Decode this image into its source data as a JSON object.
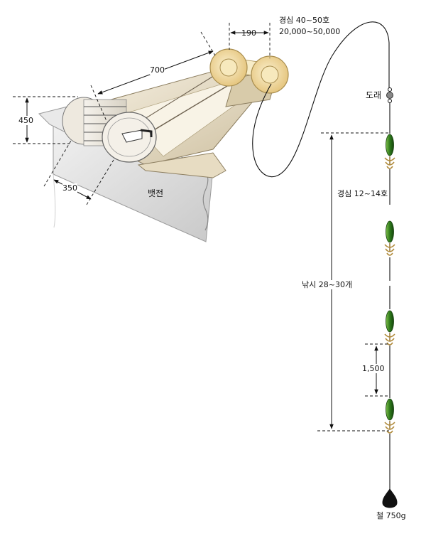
{
  "labels": {
    "dim_700": "700",
    "dim_190": "190",
    "dim_450": "450",
    "dim_350": "350",
    "gunwale": "뱃전",
    "mainline_gauge": "경심 40~50호",
    "mainline_length": "20,000~50,000",
    "swivel": "도래",
    "branch_gauge": "경심 12~14호",
    "hooks": "낚시  28~30개",
    "spacing": "1,500",
    "sinker": "철  750g"
  },
  "colors": {
    "line": "#111111",
    "roller_yellow": "#f1d99a",
    "frame": "#ece3cf",
    "lure_green": "#3f8a2a",
    "hook_gold": "#b08a3a",
    "sinker": "#111111"
  }
}
